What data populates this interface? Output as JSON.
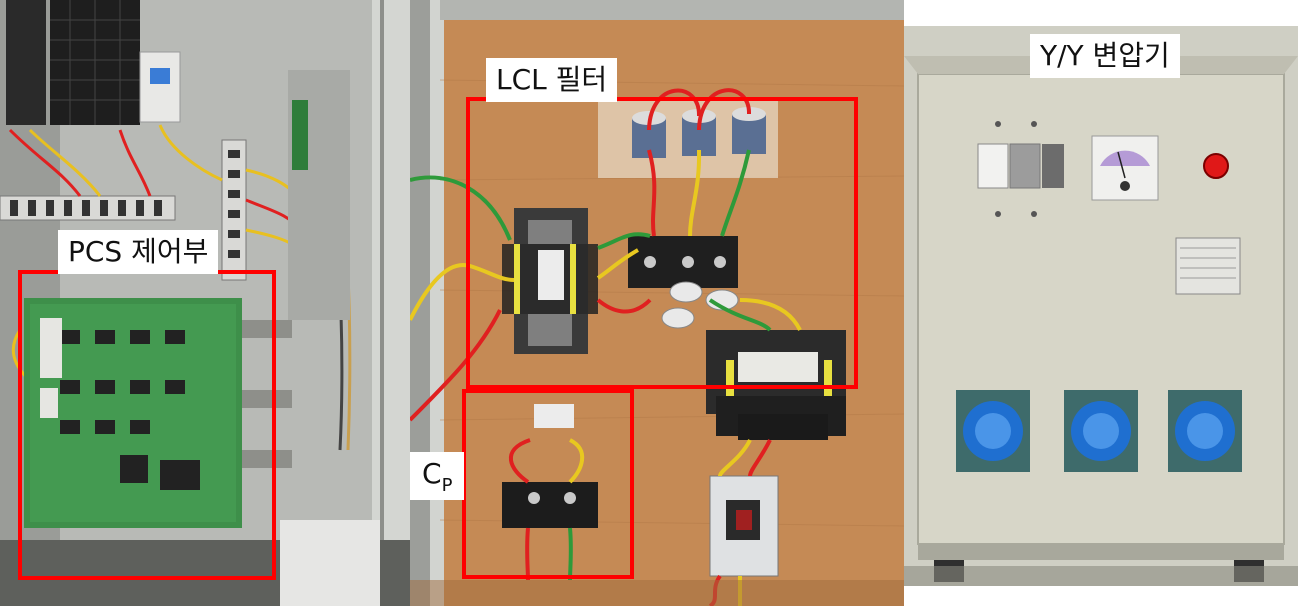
{
  "annotations": {
    "pcs_label": "PCS 제어부",
    "lcl_label": "LCL 필터",
    "cp_main": "C",
    "cp_sub": "P",
    "transformer_label": "Y/Y 변압기"
  },
  "colors": {
    "highlight": "#ff0000",
    "label_background": "#ffffff"
  }
}
